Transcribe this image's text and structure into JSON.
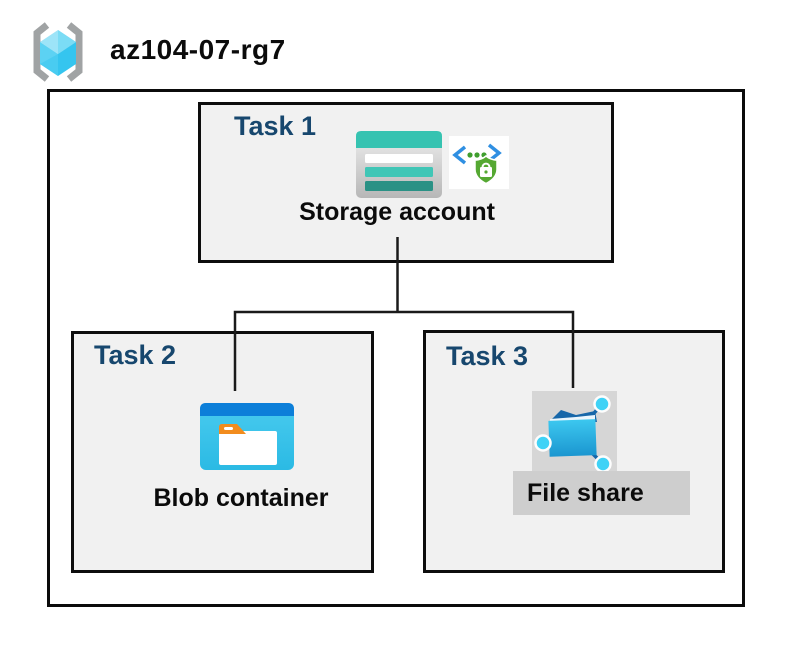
{
  "diagram": {
    "title": "az104-07-rg7",
    "tasks": [
      {
        "label": "Task 1",
        "item": "Storage account"
      },
      {
        "label": "Task 2",
        "item": "Blob container"
      },
      {
        "label": "Task 3",
        "item": "File share"
      }
    ]
  },
  "icons": {
    "resource_group": "resource-group-icon",
    "storage_account": "storage-account-icon",
    "secure_endpoint_badge": "code-lock-shield-icon",
    "blob_container": "blob-container-icon",
    "file_share": "file-share-icon"
  },
  "colors": {
    "task_label_navy": "#17476E",
    "box_fill_gray": "#F1F1F1",
    "border_black": "#0D0D0D",
    "storage_teal": "#36C3B1",
    "storage_teal_dark": "#2A9185",
    "blob_bar_blue": "#0D7FD9",
    "blob_body_cyan": "#35C5EA",
    "folder_tab_orange": "#F28C1D",
    "shield_green": "#55A832",
    "code_bracket_blue": "#2F8FE2",
    "fileshare_dark_blue": "#1767A9",
    "node_cyan": "#3FD2F6",
    "fileshare_icon_bg": "#D6D6D6",
    "fileshare_label_bg": "#CECECE",
    "cube_cyan": "#49CCF1"
  }
}
